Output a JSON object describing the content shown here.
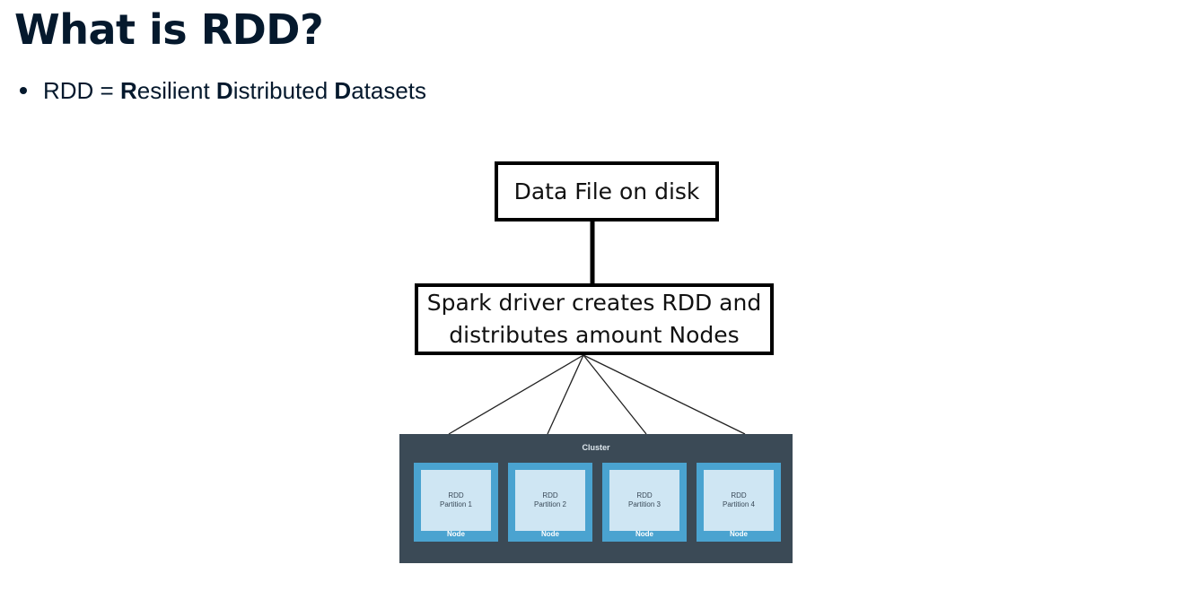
{
  "slide": {
    "title": "What is RDD?",
    "bullets": [
      {
        "parts": [
          {
            "text": "RDD = ",
            "bold": false
          },
          {
            "text": "R",
            "bold": true
          },
          {
            "text": "esilient ",
            "bold": false
          },
          {
            "text": "D",
            "bold": true
          },
          {
            "text": "istributed ",
            "bold": false
          },
          {
            "text": "D",
            "bold": true
          },
          {
            "text": "atasets",
            "bold": false
          }
        ]
      }
    ]
  },
  "diagram": {
    "top_box": "Data File on disk",
    "middle_box": {
      "line1": "Spark driver creates RDD and",
      "line2": "distributes amount Nodes"
    },
    "cluster": {
      "label": "Cluster",
      "nodes": [
        {
          "partition_line1": "RDD",
          "partition_line2": "Partition 1",
          "node_label": "Node"
        },
        {
          "partition_line1": "RDD",
          "partition_line2": "Partition 2",
          "node_label": "Node"
        },
        {
          "partition_line1": "RDD",
          "partition_line2": "Partition 3",
          "node_label": "Node"
        },
        {
          "partition_line1": "RDD",
          "partition_line2": "Partition 4",
          "node_label": "Node"
        }
      ]
    }
  }
}
